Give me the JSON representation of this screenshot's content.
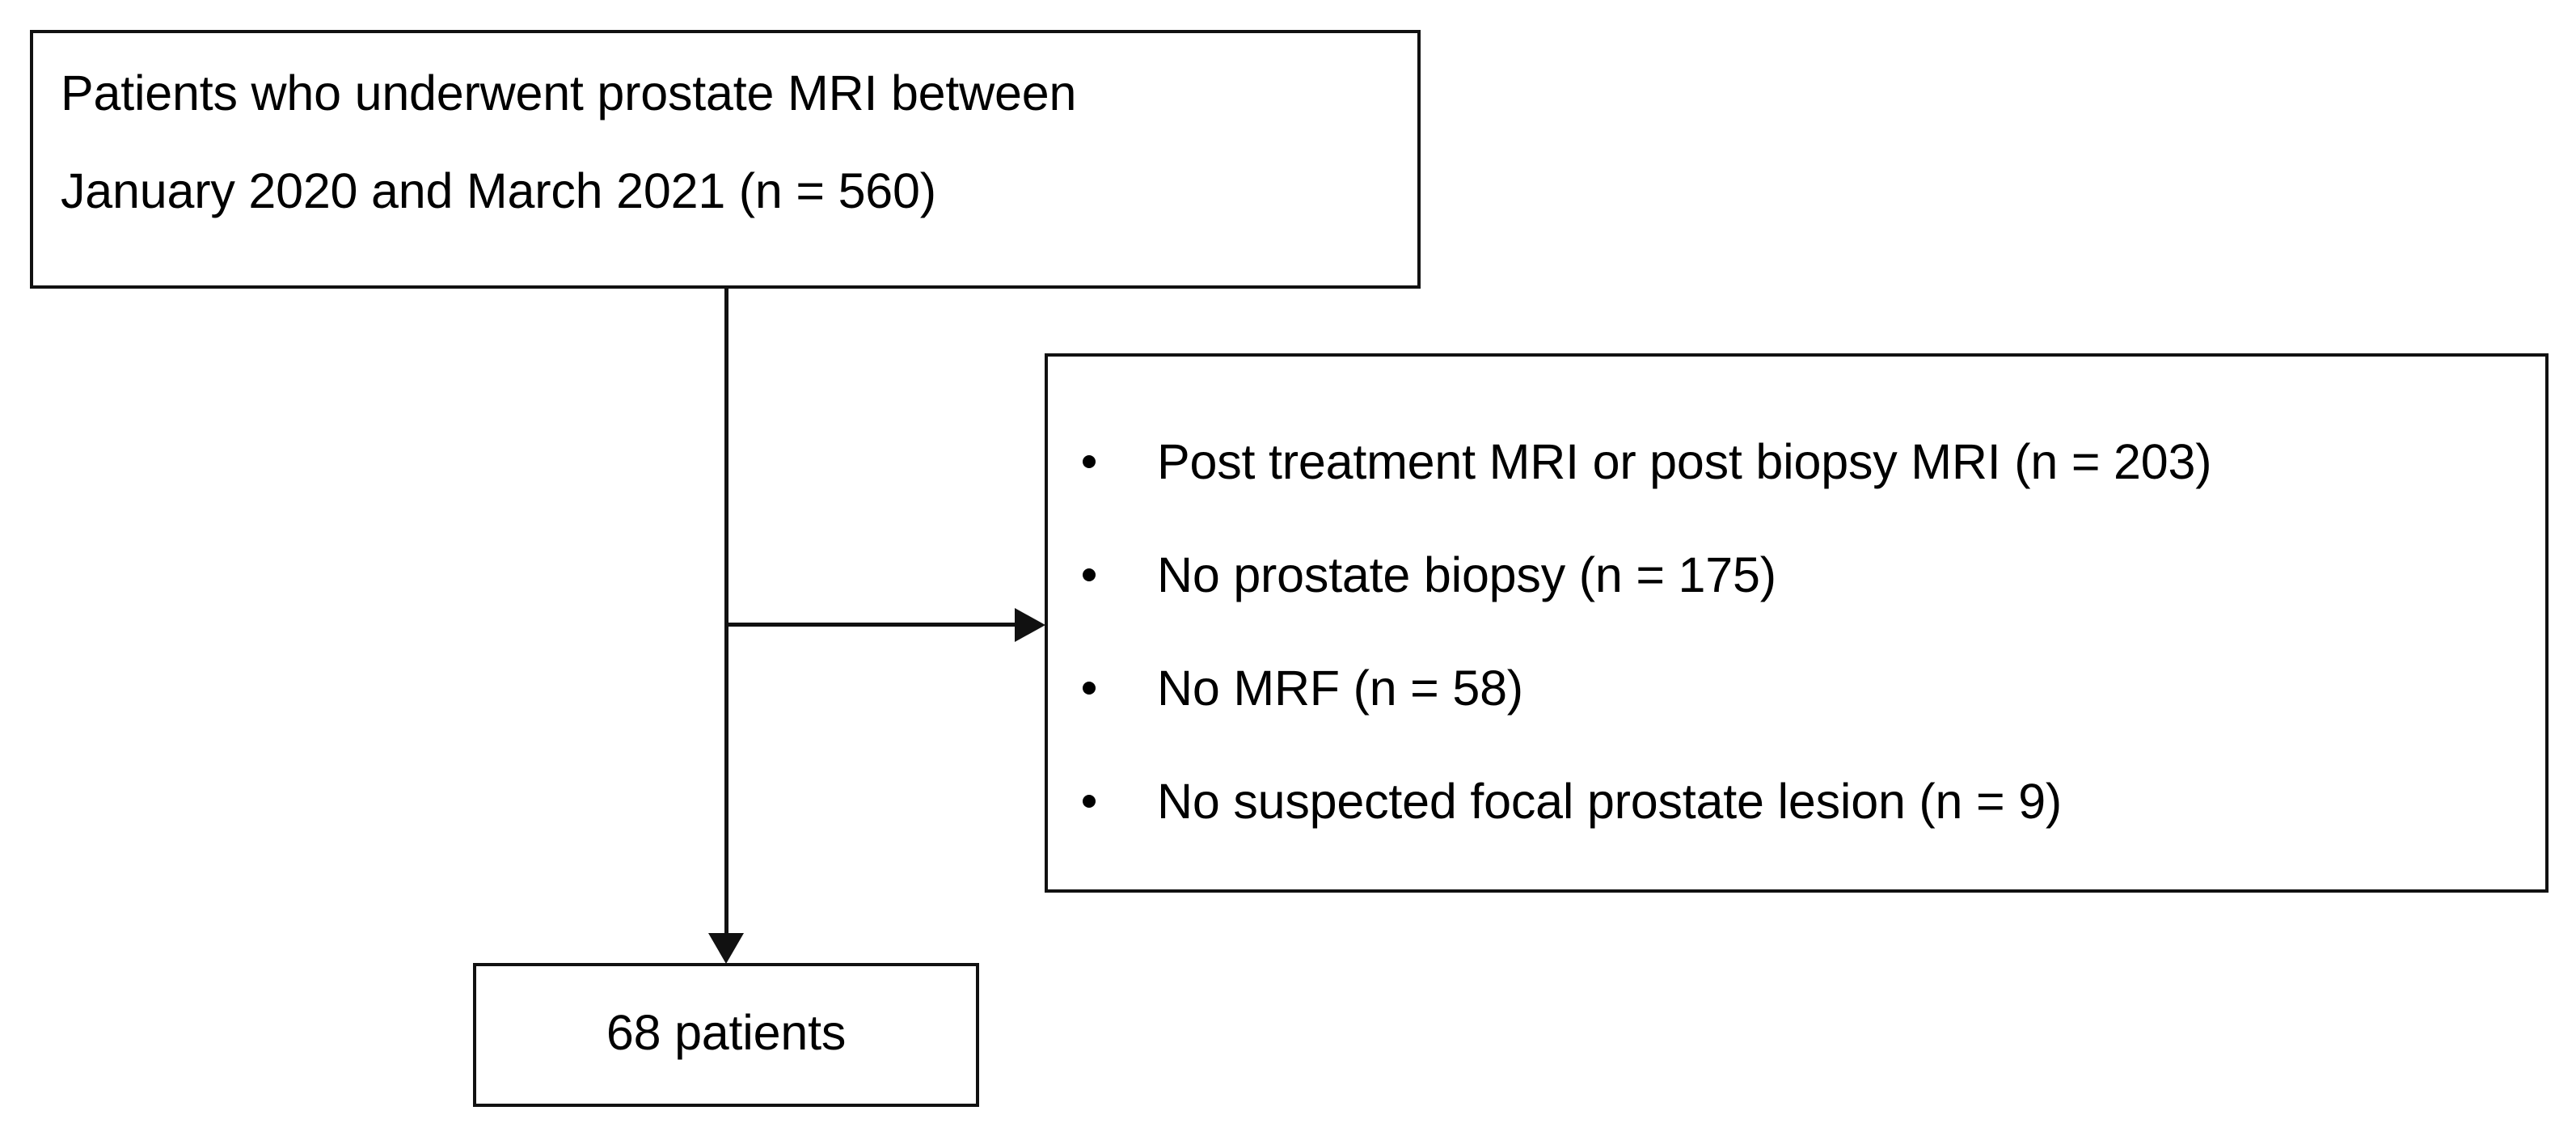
{
  "diagram": {
    "type": "flowchart",
    "title": "Patient selection flow diagram",
    "colors": {
      "stroke": "#111111",
      "background": "#ffffff",
      "text": "#000000"
    },
    "source_box": {
      "line1": "Patients who underwent prostate MRI between",
      "line2": "January 2020 and March 2021 (n = 560)",
      "total_n": 560
    },
    "exclusion_box": {
      "bullets": [
        {
          "label": "Post treatment MRI or post biopsy MRI (n = 203)",
          "n": 203
        },
        {
          "label": "No prostate biopsy (n = 175)",
          "n": 175
        },
        {
          "label": "No MRF (n = 58)",
          "n": 58
        },
        {
          "label": "No suspected focal prostate lesion (n = 9)",
          "n": 9
        }
      ],
      "bullet_glyph": "bullet-dot"
    },
    "result_box": {
      "label": "68 patients",
      "n": 68
    },
    "connectors": [
      {
        "name": "stem-vertical",
        "from": "source-box",
        "to": "result-box",
        "arrow": "down"
      },
      {
        "name": "branch-horizontal",
        "from": "stem-vertical",
        "to": "exclusion-box",
        "arrow": "right"
      }
    ]
  }
}
